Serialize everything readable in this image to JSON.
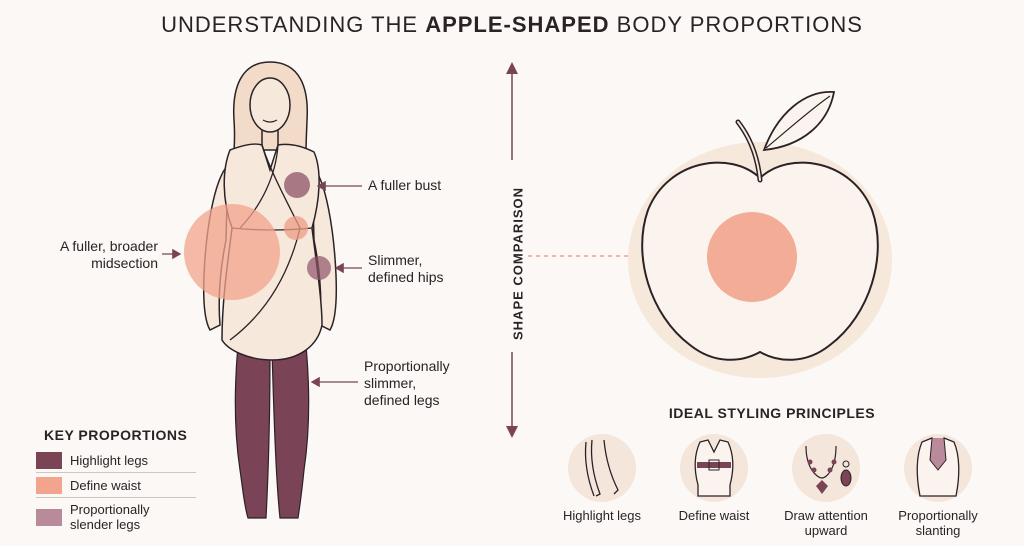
{
  "title": {
    "prefix": "UNDERSTANDING THE ",
    "bold": "APPLE-SHAPED",
    "suffix": " BODY PROPORTIONS"
  },
  "annotations": {
    "bust": "A fuller bust",
    "midsection_line1": "A fuller, broader",
    "midsection_line2": "midsection",
    "hips_line1": "Slimmer,",
    "hips_line2": "defined hips",
    "legs_line1": "Proportionally",
    "legs_line2": "slimmer,",
    "legs_line3": "defined legs"
  },
  "shape_comparison_label": "SHAPE COMPARISON",
  "key": {
    "title": "KEY PROPORTIONS",
    "items": [
      {
        "label": "Highlight legs",
        "color": "#7a4456"
      },
      {
        "label": "Define waist",
        "color": "#f2a48c"
      },
      {
        "label_line1": "Proportionally",
        "label_line2": "slender legs",
        "color": "#b98a9a"
      }
    ]
  },
  "styling": {
    "title": "IDEAL STYLING PRINCIPLES",
    "items": [
      {
        "icon": "legs-icon",
        "label_line1": "Highlight legs",
        "label_line2": ""
      },
      {
        "icon": "belted-coat-icon",
        "label_line1": "Define waist",
        "label_line2": ""
      },
      {
        "icon": "necklace-earrings-icon",
        "label_line1": "Draw attention",
        "label_line2": "upward"
      },
      {
        "icon": "blazer-icon",
        "label_line1": "Proportionally",
        "label_line2": "slanting"
      }
    ]
  },
  "colors": {
    "plum": "#7a4456",
    "peach": "#f2a48c",
    "mauve": "#b98a9a",
    "cream": "#f7e8dc",
    "outline": "#2b2226"
  }
}
